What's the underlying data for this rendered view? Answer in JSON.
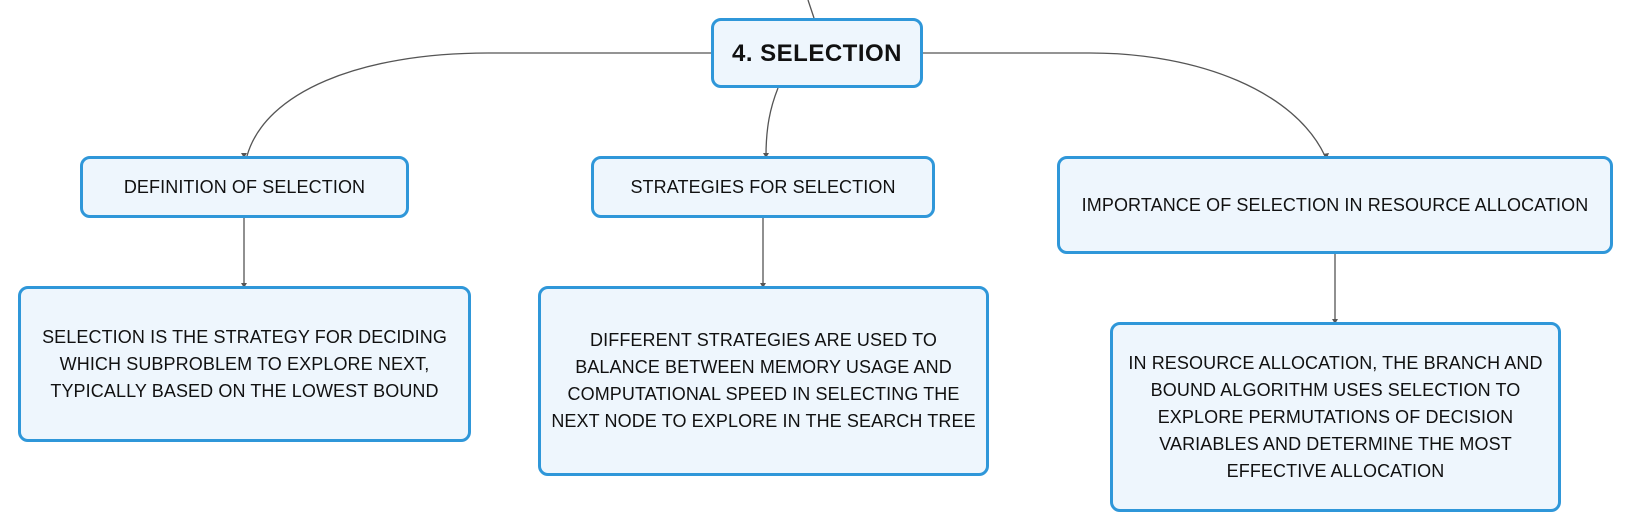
{
  "root": {
    "title": "4. SELECTION"
  },
  "branches": [
    {
      "topic": "DEFINITION OF SELECTION",
      "detail": "SELECTION IS THE STRATEGY FOR DECIDING WHICH SUBPROBLEM TO EXPLORE NEXT, TYPICALLY BASED ON THE LOWEST BOUND"
    },
    {
      "topic": "STRATEGIES FOR SELECTION",
      "detail": "DIFFERENT STRATEGIES ARE USED TO BALANCE BETWEEN MEMORY USAGE AND COMPUTATIONAL SPEED IN SELECTING THE NEXT NODE TO EXPLORE IN THE SEARCH TREE"
    },
    {
      "topic": "IMPORTANCE OF SELECTION IN RESOURCE ALLOCATION",
      "detail": "IN RESOURCE ALLOCATION, THE BRANCH AND BOUND ALGORITHM USES SELECTION TO EXPLORE PERMUTATIONS OF DECISION VARIABLES AND DETERMINE THE MOST EFFECTIVE ALLOCATION"
    }
  ],
  "colors": {
    "node_border": "#2f97d9",
    "node_fill": "#eef6fd",
    "connector": "#555555",
    "text": "#111111"
  }
}
